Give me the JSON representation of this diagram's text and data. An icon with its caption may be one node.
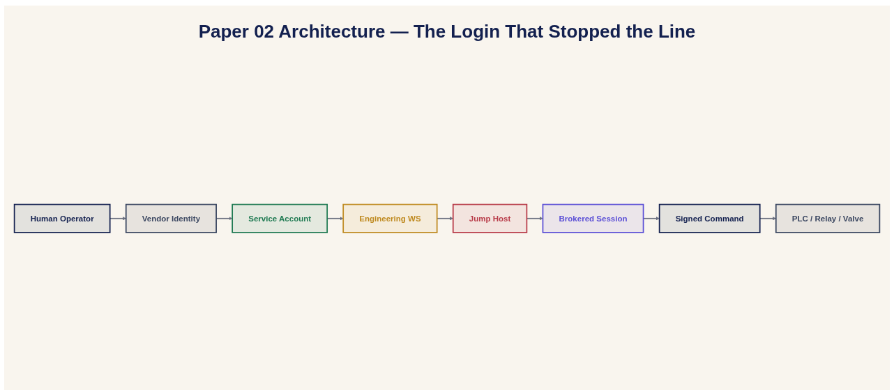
{
  "diagram": {
    "title": "Paper 02 Architecture — The Login That Stopped the Line",
    "nodes": [
      {
        "text": [
          "Human Operator"
        ]
      },
      {
        "text": [
          "Vendor Identity"
        ]
      },
      {
        "text": [
          "Service Account"
        ]
      },
      {
        "text": [
          "Engineering WS"
        ]
      },
      {
        "text": [
          "Jump Host"
        ]
      },
      {
        "text": [
          "Brokered Session"
        ]
      },
      {
        "text": [
          "Signed Command"
        ]
      },
      {
        "text": [
          "PLC / Relay / Valve"
        ]
      }
    ],
    "edges": [
      {
        "from": 0,
        "to": 1,
        "arrow": "to"
      },
      {
        "from": 1,
        "to": 2,
        "arrow": "to"
      },
      {
        "from": 2,
        "to": 3,
        "arrow": "to"
      },
      {
        "from": 3,
        "to": 4,
        "arrow": "to"
      },
      {
        "from": 4,
        "to": 5,
        "arrow": "to"
      },
      {
        "from": 5,
        "to": 6,
        "arrow": "to"
      },
      {
        "from": 6,
        "to": 7,
        "arrow": "to"
      }
    ]
  }
}
